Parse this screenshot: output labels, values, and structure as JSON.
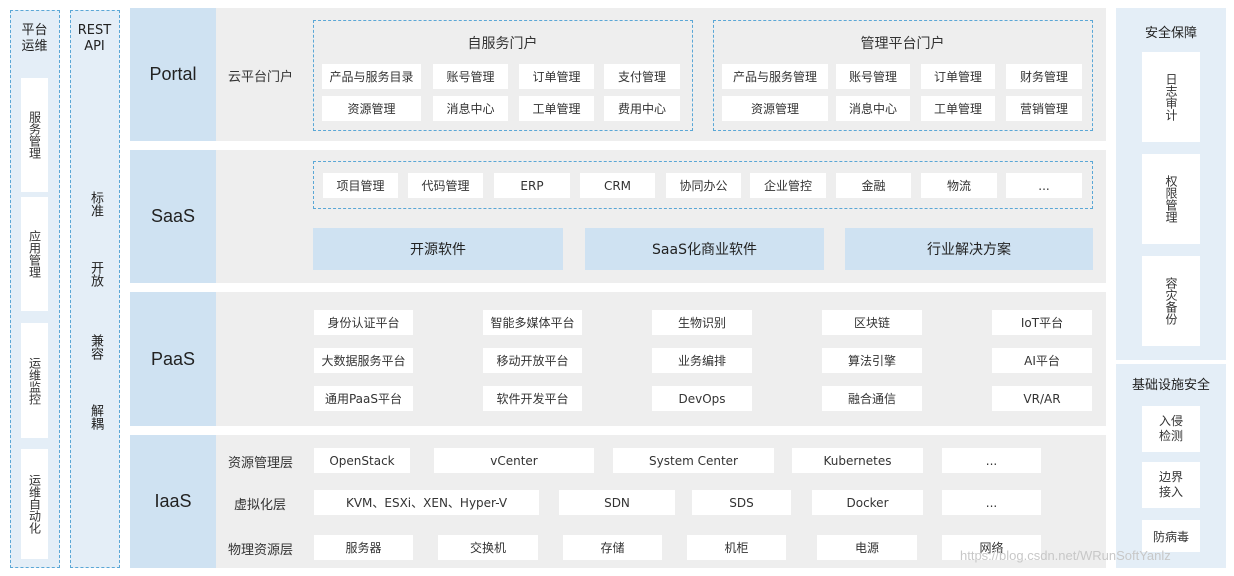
{
  "left_ops": {
    "title": "平台\n运维",
    "items": [
      "服务管理",
      "应用管理",
      "运维监控",
      "运维自动化"
    ]
  },
  "rest_api": {
    "title": "REST\nAPI",
    "items": [
      "标准",
      "开放",
      "兼容",
      "解耦"
    ]
  },
  "portal": {
    "label": "Portal",
    "row_label": "云平台门户",
    "self_service": {
      "title": "自服务门户",
      "items": [
        "产品与服务目录",
        "账号管理",
        "订单管理",
        "支付管理",
        "资源管理",
        "消息中心",
        "工单管理",
        "费用中心"
      ]
    },
    "admin": {
      "title": "管理平台门户",
      "items": [
        "产品与服务管理",
        "账号管理",
        "订单管理",
        "财务管理",
        "资源管理",
        "消息中心",
        "工单管理",
        "营销管理"
      ]
    }
  },
  "saas": {
    "label": "SaaS",
    "apps": [
      "项目管理",
      "代码管理",
      "ERP",
      "CRM",
      "协同办公",
      "企业管控",
      "金融",
      "物流",
      "..."
    ],
    "categories": [
      "开源软件",
      "SaaS化商业软件",
      "行业解决方案"
    ]
  },
  "paas": {
    "label": "PaaS",
    "rows": [
      [
        "身份认证平台",
        "智能多媒体平台",
        "生物识别",
        "区块链",
        "IoT平台"
      ],
      [
        "大数据服务平台",
        "移动开放平台",
        "业务编排",
        "算法引擎",
        "AI平台"
      ],
      [
        "通用PaaS平台",
        "软件开发平台",
        "DevOps",
        "融合通信",
        "VR/AR"
      ]
    ]
  },
  "iaas": {
    "label": "IaaS",
    "rows": [
      {
        "label": "资源管理层",
        "items": [
          "OpenStack",
          "vCenter",
          "System Center",
          "Kubernetes",
          "..."
        ]
      },
      {
        "label": "虚拟化层",
        "items": [
          "KVM、ESXi、XEN、Hyper-V",
          "SDN",
          "SDS",
          "Docker",
          "..."
        ]
      },
      {
        "label": "物理资源层",
        "items": [
          "服务器",
          "交换机",
          "存储",
          "机柜",
          "电源",
          "网络"
        ]
      }
    ]
  },
  "security": {
    "title": "安全保障",
    "items": [
      "日志审计",
      "权限管理",
      "容灾备份"
    ]
  },
  "infra_security": {
    "title": "基础设施安全",
    "items": [
      "入侵\n检测",
      "边界\n接入",
      "防病毒"
    ]
  },
  "watermark": "https://blog.csdn.net/WRunSoftYanlz"
}
